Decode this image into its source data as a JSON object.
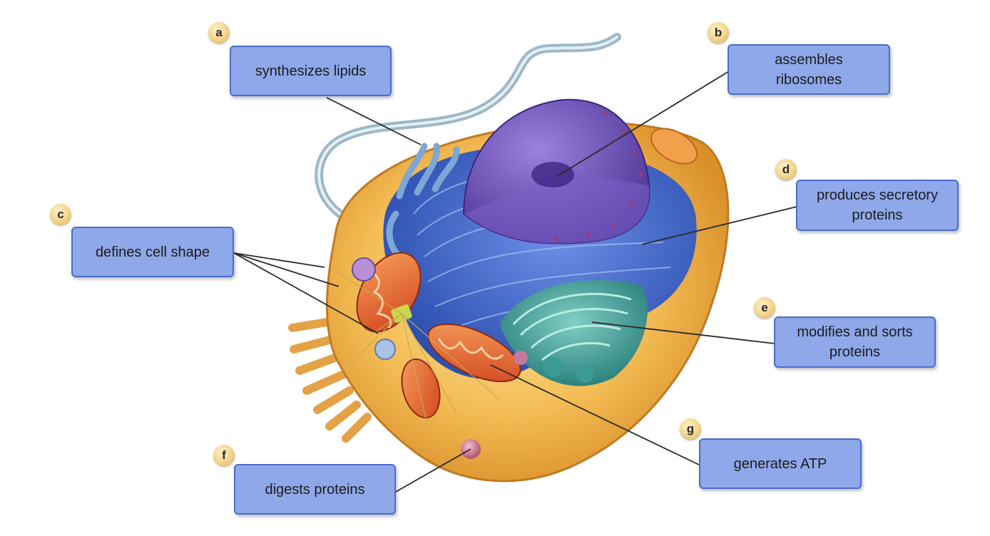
{
  "labels": [
    {
      "letter": "a",
      "text": "synthesizes lipids"
    },
    {
      "letter": "b",
      "text": "assembles\nribosomes"
    },
    {
      "letter": "c",
      "text": "defines cell shape"
    },
    {
      "letter": "d",
      "text": "produces secretory\nproteins"
    },
    {
      "letter": "e",
      "text": "modifies and sorts\nproteins"
    },
    {
      "letter": "f",
      "text": "digests proteins"
    },
    {
      "letter": "g",
      "text": "generates ATP"
    }
  ],
  "colors": {
    "label_fill": "#8ea8ea",
    "label_border": "#4a6ccc",
    "badge": "#f2d38a",
    "leader_line": "#2a2a2a",
    "nucleus": "#6b4fb0",
    "rough_er": "#3d66c8",
    "golgi": "#3a9a96",
    "mitochondria": "#e0552a",
    "cytoplasm": "#f2b64a"
  }
}
